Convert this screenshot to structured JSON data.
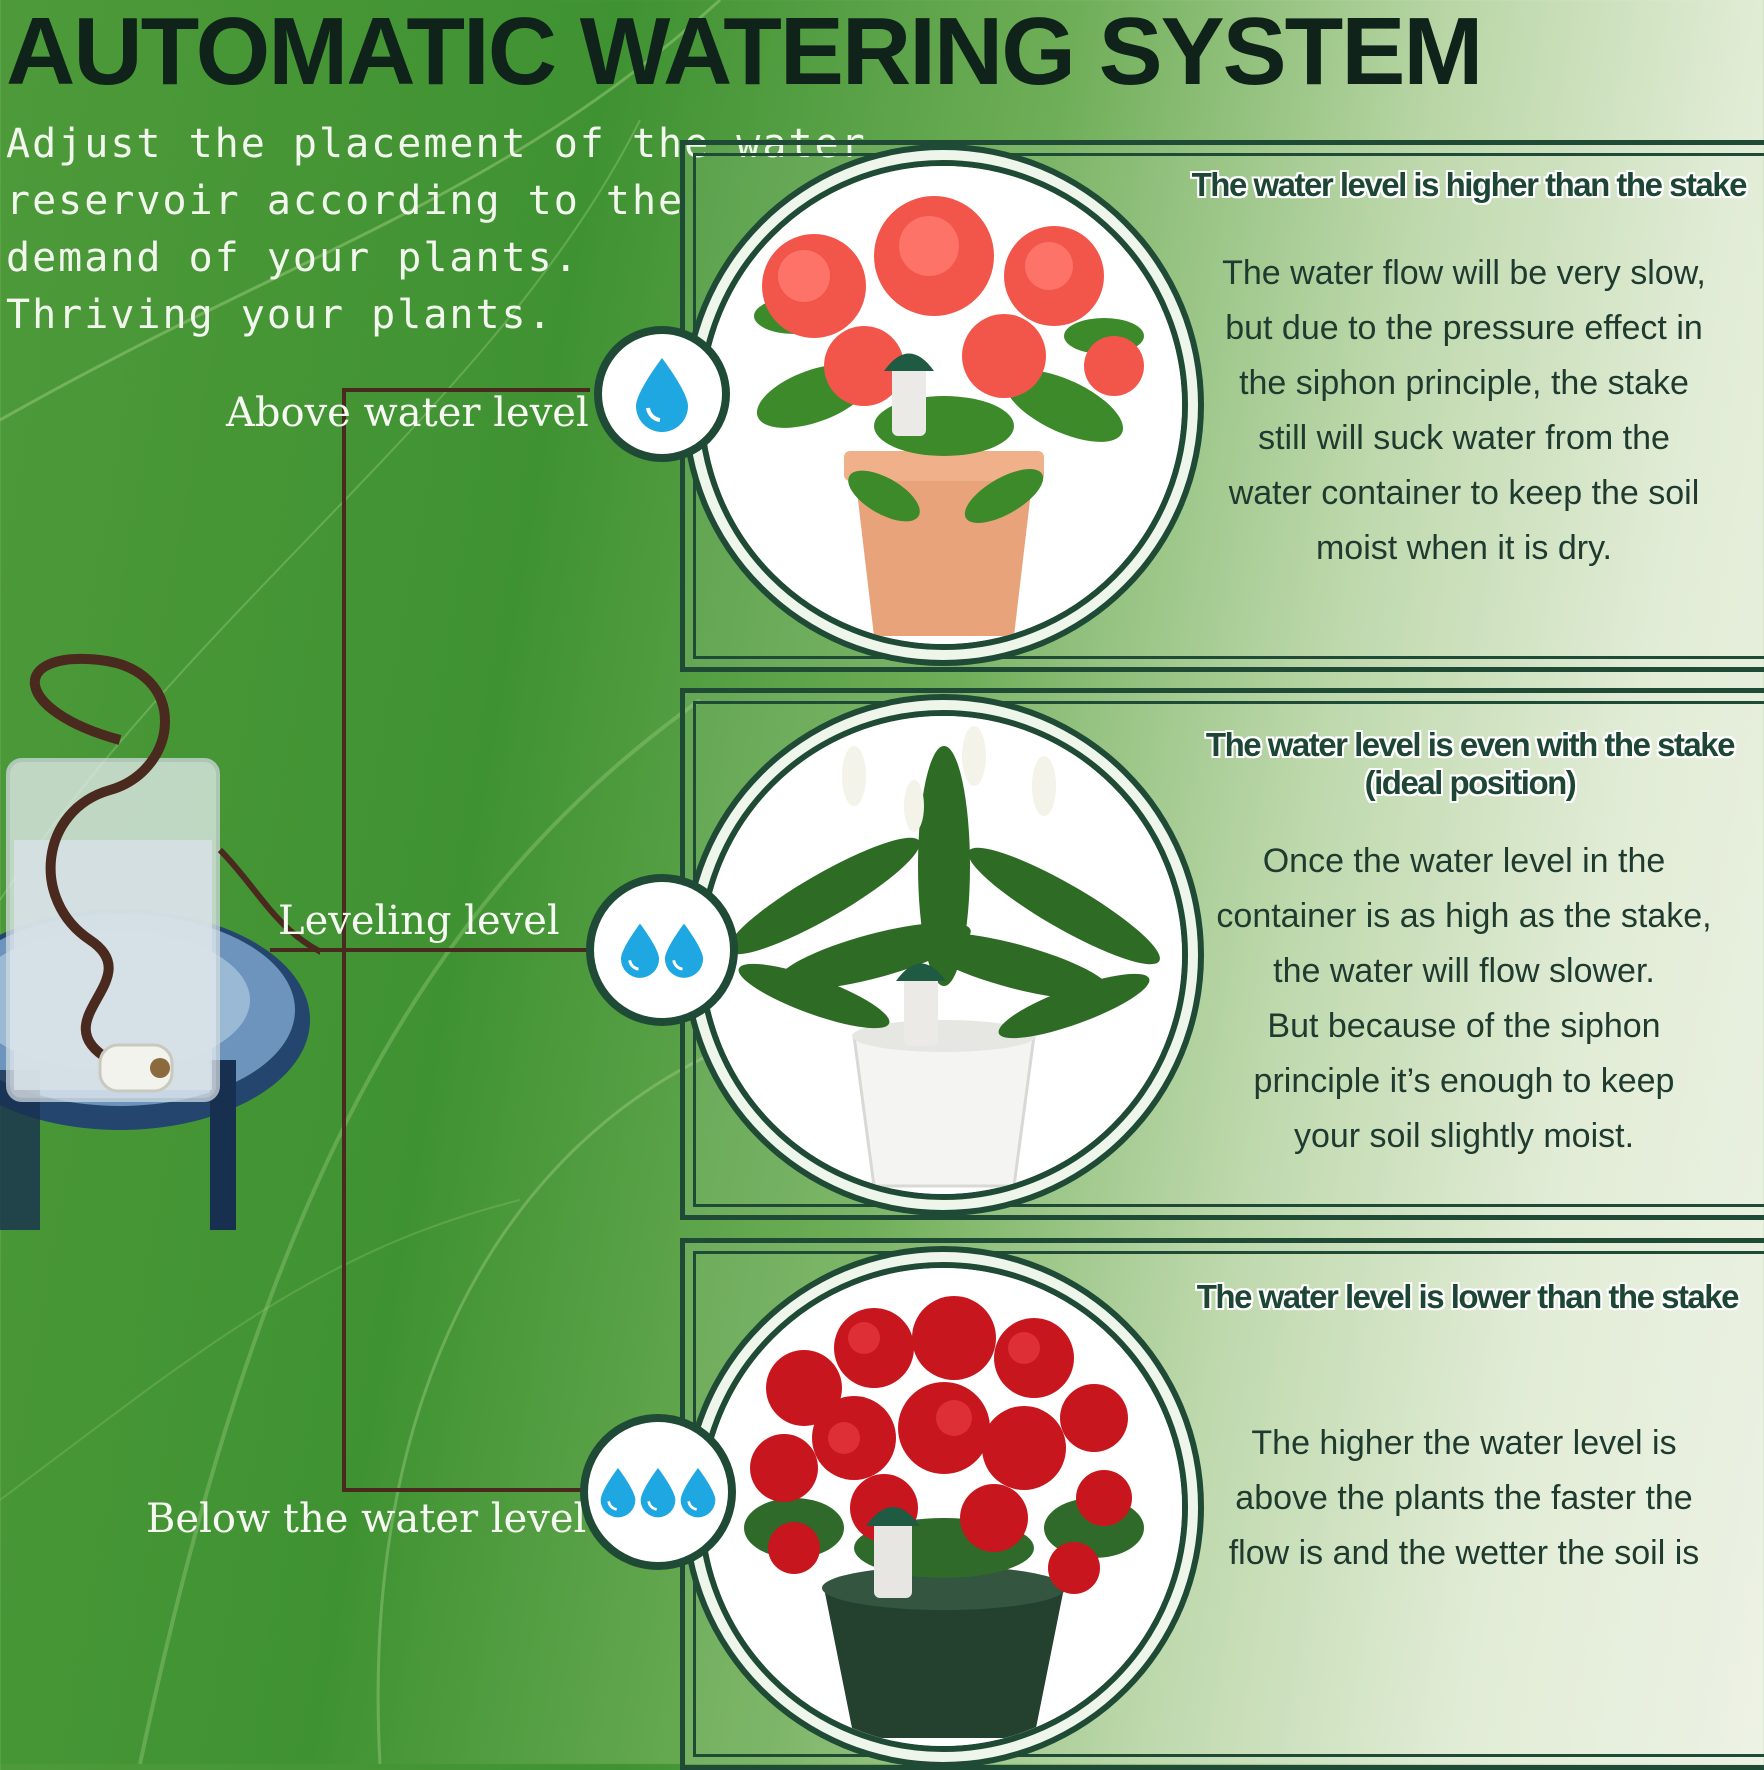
{
  "title": "AUTOMATIC WATERING SYSTEM",
  "intro": {
    "lines": [
      "Adjust the placement of the water",
      "reservoir according to the",
      "demand of your plants.",
      "Thriving your plants."
    ]
  },
  "levels": [
    {
      "label": "Above water level",
      "drops": 1,
      "heading_lines": [
        "The water level is higher than the stake"
      ],
      "body_lines": [
        "The water flow will be very slow,",
        "but due to the pressure effect in",
        "the siphon principle, the stake",
        "still will suck water from the",
        "water container to keep the soil",
        "moist when it is dry."
      ]
    },
    {
      "label": "Leveling level",
      "drops": 2,
      "heading_lines": [
        "The water level is even with the stake",
        "(ideal position)"
      ],
      "body_lines": [
        "Once the water level in the",
        "container is as high as the stake,",
        "the water will flow slower.",
        "But because of the siphon",
        "principle it’s enough to keep",
        "your soil slightly moist."
      ]
    },
    {
      "label": "Below the water level",
      "drops": 3,
      "heading_lines": [
        "The water level is lower than the stake"
      ],
      "body_lines": [
        "The higher the water level is",
        "above the plants the faster the",
        "flow is and the wetter the soil is"
      ]
    }
  ],
  "colors": {
    "frame": "#1f4a36",
    "drop": "#1ea7e0",
    "connector": "#4a2a1e"
  },
  "icons": [
    "water-drop-icon",
    "red-azalea-plant-illustration",
    "peace-lily-plant-illustration",
    "red-begonia-plant-illustration",
    "water-glass-reservoir-illustration"
  ]
}
